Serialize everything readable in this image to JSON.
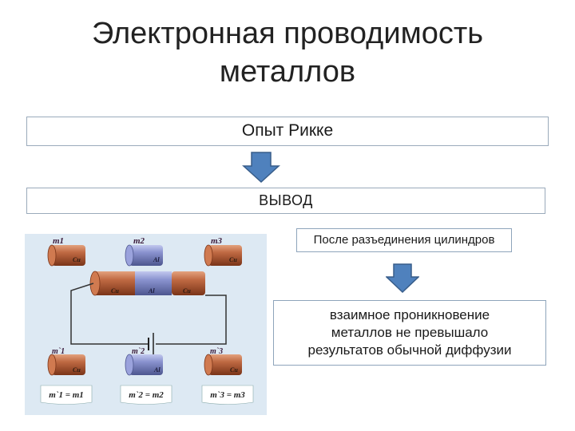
{
  "slide": {
    "title_line1": "Электронная проводимость",
    "title_line2": "металлов",
    "experiment": "Опыт Рикке",
    "conclusion": "ВЫВОД",
    "separation": "После разъединения цилиндров",
    "result_line1": "взаимное проникновение",
    "result_line2": "металлов не превышало",
    "result_line3": "результатов обычной диффузии"
  },
  "diagram": {
    "top_labels": [
      "m1",
      "m2",
      "m3"
    ],
    "top_metals": [
      "Cu",
      "Al",
      "Cu"
    ],
    "joined_metals": [
      "Cu",
      "Al",
      "Cu"
    ],
    "bottom_labels": [
      "m`1",
      "m`2",
      "m`3"
    ],
    "bottom_metals": [
      "Cu",
      "Al",
      "Cu"
    ],
    "equations": [
      "m`1 = m1",
      "m`2 = m2",
      "m`3 = m3"
    ]
  },
  "colors": {
    "arrow_fill": "#4f81bd",
    "arrow_stroke": "#385d8a",
    "copper": "#b25a36",
    "aluminium": "#7d86c4",
    "diagram_bg": "#dde9f3",
    "box_border": "#9aaabb"
  },
  "icons": [
    "down-arrow-icon",
    "battery-icon"
  ]
}
